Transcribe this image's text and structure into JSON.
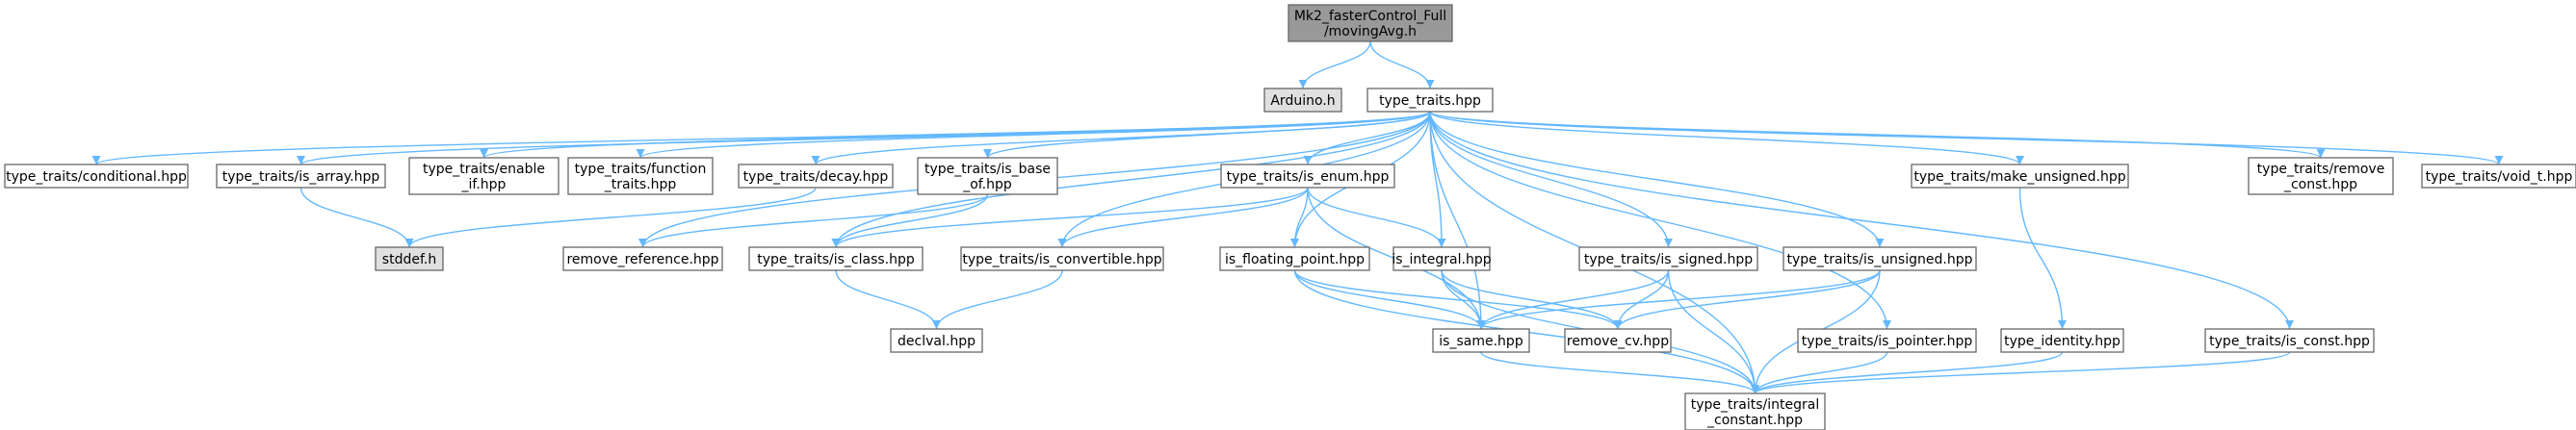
{
  "colors": {
    "edge": "#63b8ff",
    "node_fill": "#ffffff",
    "node_border": "#666666",
    "root_fill": "#999999",
    "system_fill": "#e0e0e0"
  },
  "nodes": [
    {
      "id": "root",
      "lines": [
        "Mk2_fasterControl_Full",
        "/movingAvg.h"
      ],
      "kind": "root"
    },
    {
      "id": "arduino",
      "lines": [
        "Arduino.h"
      ],
      "kind": "system"
    },
    {
      "id": "type_traits",
      "lines": [
        "type_traits.hpp"
      ],
      "kind": "file"
    },
    {
      "id": "conditional",
      "lines": [
        "type_traits/conditional.hpp"
      ],
      "kind": "file"
    },
    {
      "id": "is_array",
      "lines": [
        "type_traits/is_array.hpp"
      ],
      "kind": "file"
    },
    {
      "id": "enable_if",
      "lines": [
        "type_traits/enable",
        "_if.hpp"
      ],
      "kind": "file"
    },
    {
      "id": "function_traits",
      "lines": [
        "type_traits/function",
        "_traits.hpp"
      ],
      "kind": "file"
    },
    {
      "id": "decay",
      "lines": [
        "type_traits/decay.hpp"
      ],
      "kind": "file"
    },
    {
      "id": "is_base_of",
      "lines": [
        "type_traits/is_base",
        "_of.hpp"
      ],
      "kind": "file"
    },
    {
      "id": "is_enum",
      "lines": [
        "type_traits/is_enum.hpp"
      ],
      "kind": "file"
    },
    {
      "id": "make_unsigned",
      "lines": [
        "type_traits/make_unsigned.hpp"
      ],
      "kind": "file"
    },
    {
      "id": "remove_const",
      "lines": [
        "type_traits/remove",
        "_const.hpp"
      ],
      "kind": "file"
    },
    {
      "id": "void_t",
      "lines": [
        "type_traits/void_t.hpp"
      ],
      "kind": "file"
    },
    {
      "id": "stddef",
      "lines": [
        "stddef.h"
      ],
      "kind": "system"
    },
    {
      "id": "remove_reference",
      "lines": [
        "remove_reference.hpp"
      ],
      "kind": "file"
    },
    {
      "id": "is_class",
      "lines": [
        "type_traits/is_class.hpp"
      ],
      "kind": "file"
    },
    {
      "id": "is_convertible",
      "lines": [
        "type_traits/is_convertible.hpp"
      ],
      "kind": "file"
    },
    {
      "id": "is_floating_point",
      "lines": [
        "is_floating_point.hpp"
      ],
      "kind": "file"
    },
    {
      "id": "is_integral",
      "lines": [
        "is_integral.hpp"
      ],
      "kind": "file"
    },
    {
      "id": "is_signed",
      "lines": [
        "type_traits/is_signed.hpp"
      ],
      "kind": "file"
    },
    {
      "id": "is_unsigned",
      "lines": [
        "type_traits/is_unsigned.hpp"
      ],
      "kind": "file"
    },
    {
      "id": "declval",
      "lines": [
        "declval.hpp"
      ],
      "kind": "file"
    },
    {
      "id": "is_same",
      "lines": [
        "is_same.hpp"
      ],
      "kind": "file"
    },
    {
      "id": "remove_cv",
      "lines": [
        "remove_cv.hpp"
      ],
      "kind": "file"
    },
    {
      "id": "is_pointer",
      "lines": [
        "type_traits/is_pointer.hpp"
      ],
      "kind": "file"
    },
    {
      "id": "type_identity",
      "lines": [
        "type_identity.hpp"
      ],
      "kind": "file"
    },
    {
      "id": "is_const",
      "lines": [
        "type_traits/is_const.hpp"
      ],
      "kind": "file"
    },
    {
      "id": "integral_constant",
      "lines": [
        "type_traits/integral",
        "_constant.hpp"
      ],
      "kind": "file"
    }
  ],
  "edges": [
    [
      "root",
      "arduino"
    ],
    [
      "root",
      "type_traits"
    ],
    [
      "type_traits",
      "conditional"
    ],
    [
      "type_traits",
      "is_array"
    ],
    [
      "type_traits",
      "enable_if"
    ],
    [
      "type_traits",
      "function_traits"
    ],
    [
      "type_traits",
      "decay"
    ],
    [
      "type_traits",
      "is_base_of"
    ],
    [
      "type_traits",
      "is_enum"
    ],
    [
      "type_traits",
      "make_unsigned"
    ],
    [
      "type_traits",
      "remove_const"
    ],
    [
      "type_traits",
      "void_t"
    ],
    [
      "type_traits",
      "remove_reference"
    ],
    [
      "type_traits",
      "is_class"
    ],
    [
      "type_traits",
      "is_convertible"
    ],
    [
      "type_traits",
      "is_floating_point"
    ],
    [
      "type_traits",
      "is_integral"
    ],
    [
      "type_traits",
      "is_signed"
    ],
    [
      "type_traits",
      "is_unsigned"
    ],
    [
      "type_traits",
      "is_same"
    ],
    [
      "type_traits",
      "is_pointer"
    ],
    [
      "type_traits",
      "is_const"
    ],
    [
      "type_traits",
      "integral_constant"
    ],
    [
      "is_array",
      "stddef"
    ],
    [
      "decay",
      "stddef"
    ],
    [
      "is_base_of",
      "remove_reference"
    ],
    [
      "is_base_of",
      "is_class"
    ],
    [
      "is_enum",
      "is_class"
    ],
    [
      "is_enum",
      "is_convertible"
    ],
    [
      "is_enum",
      "is_floating_point"
    ],
    [
      "is_enum",
      "is_integral"
    ],
    [
      "is_enum",
      "is_same"
    ],
    [
      "is_class",
      "declval"
    ],
    [
      "is_convertible",
      "declval"
    ],
    [
      "is_floating_point",
      "is_same"
    ],
    [
      "is_floating_point",
      "remove_cv"
    ],
    [
      "is_floating_point",
      "integral_constant"
    ],
    [
      "is_integral",
      "is_same"
    ],
    [
      "is_integral",
      "remove_cv"
    ],
    [
      "is_integral",
      "integral_constant"
    ],
    [
      "is_signed",
      "is_same"
    ],
    [
      "is_signed",
      "remove_cv"
    ],
    [
      "is_signed",
      "integral_constant"
    ],
    [
      "is_unsigned",
      "is_same"
    ],
    [
      "is_unsigned",
      "remove_cv"
    ],
    [
      "is_unsigned",
      "integral_constant"
    ],
    [
      "make_unsigned",
      "type_identity"
    ],
    [
      "is_same",
      "integral_constant"
    ],
    [
      "is_pointer",
      "integral_constant"
    ],
    [
      "type_identity",
      "integral_constant"
    ],
    [
      "is_const",
      "integral_constant"
    ]
  ]
}
